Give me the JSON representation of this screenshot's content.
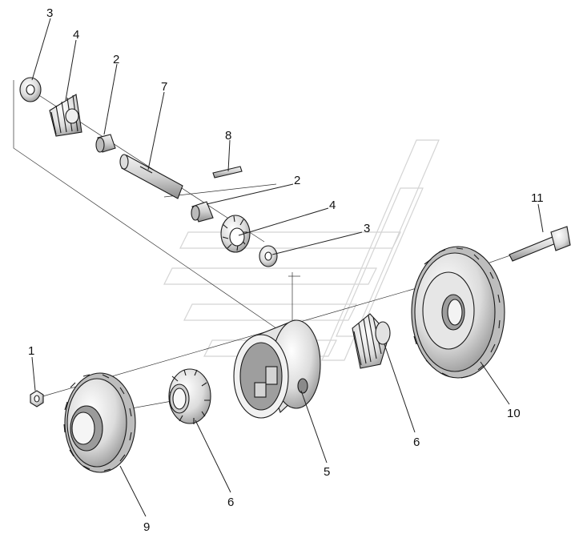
{
  "diagram": {
    "callouts": [
      {
        "id": "c3a",
        "text": "3"
      },
      {
        "id": "c4a",
        "text": "4"
      },
      {
        "id": "c2a",
        "text": "2"
      },
      {
        "id": "c7",
        "text": "7"
      },
      {
        "id": "c8",
        "text": "8"
      },
      {
        "id": "c2b",
        "text": "2"
      },
      {
        "id": "c4b",
        "text": "4"
      },
      {
        "id": "c3b",
        "text": "3"
      },
      {
        "id": "c11",
        "text": "11"
      },
      {
        "id": "c1",
        "text": "1"
      },
      {
        "id": "c10",
        "text": "10"
      },
      {
        "id": "c6a",
        "text": "6"
      },
      {
        "id": "c5",
        "text": "5"
      },
      {
        "id": "c6b",
        "text": "6"
      },
      {
        "id": "c9",
        "text": "9"
      }
    ]
  }
}
